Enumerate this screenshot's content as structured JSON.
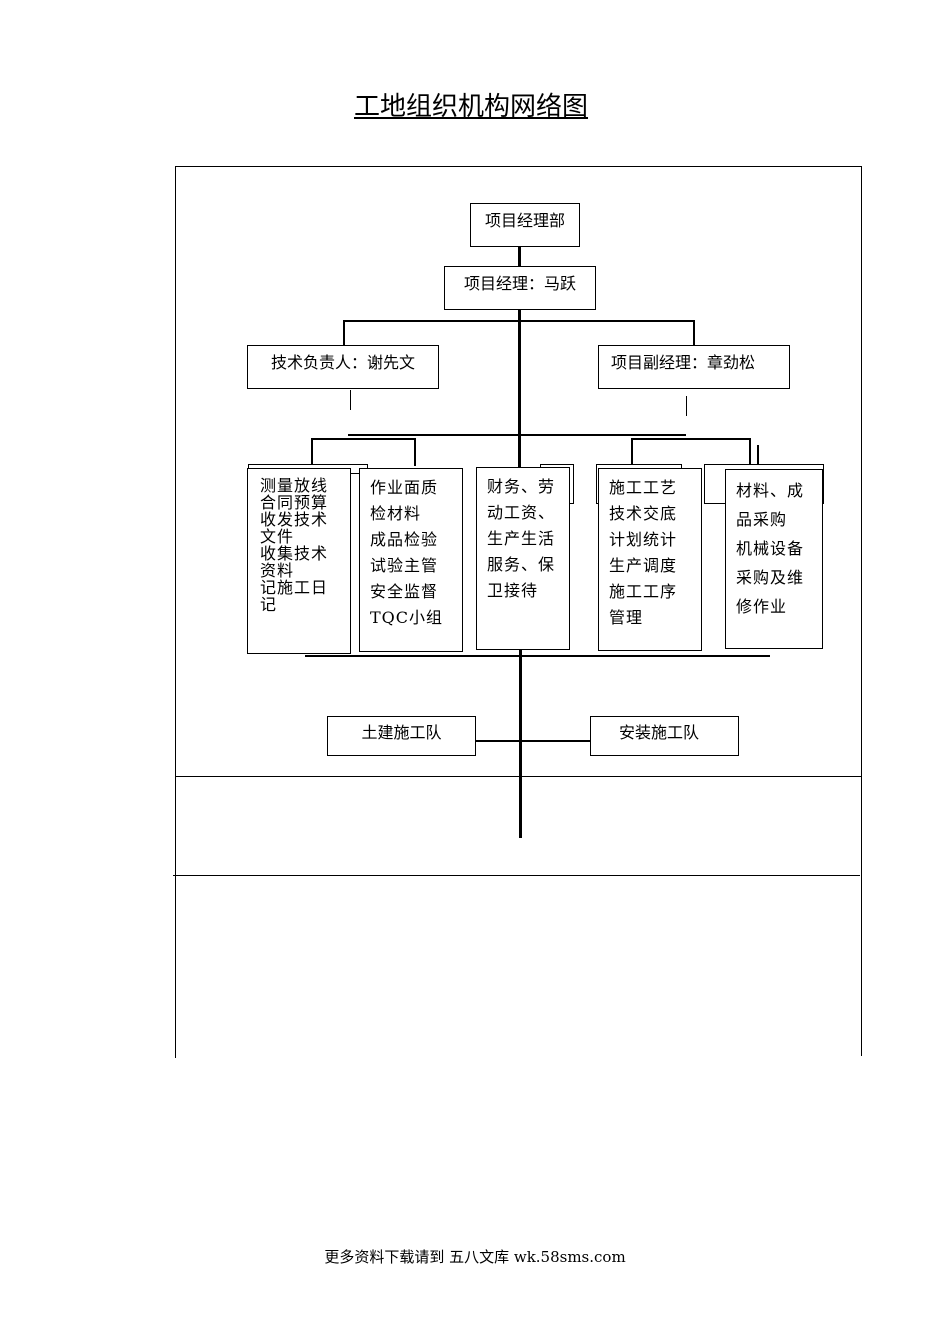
{
  "title": "工地组织机构网络图",
  "nodes": {
    "dept": "项目经理部",
    "pm": "项目经理：马跃",
    "tech": "技术负责人：谢先文",
    "deputy": "项目副经理：章劲松",
    "civil": "土建施工队",
    "install": "安装施工队"
  },
  "groups": [
    [
      "测量放线",
      "合同预算",
      "收发技术文件",
      "收集技术资料",
      "记施工日记"
    ],
    [
      "作业面质",
      "检材料",
      "成品检验",
      "试验主管",
      "安全监督",
      "TQC小组"
    ],
    [
      "财务、劳",
      "动工资、",
      "生产生活",
      "服务、保",
      "卫接待"
    ],
    [
      "施工工艺",
      "技术交底",
      "计划统计",
      "生产调度",
      "施工工序",
      "管理"
    ],
    [
      "材料、成",
      "品采购",
      "机械设备",
      "采购及维",
      "修作业"
    ]
  ],
  "footer": "更多资料下载请到 五八文库 wk.58sms.com"
}
